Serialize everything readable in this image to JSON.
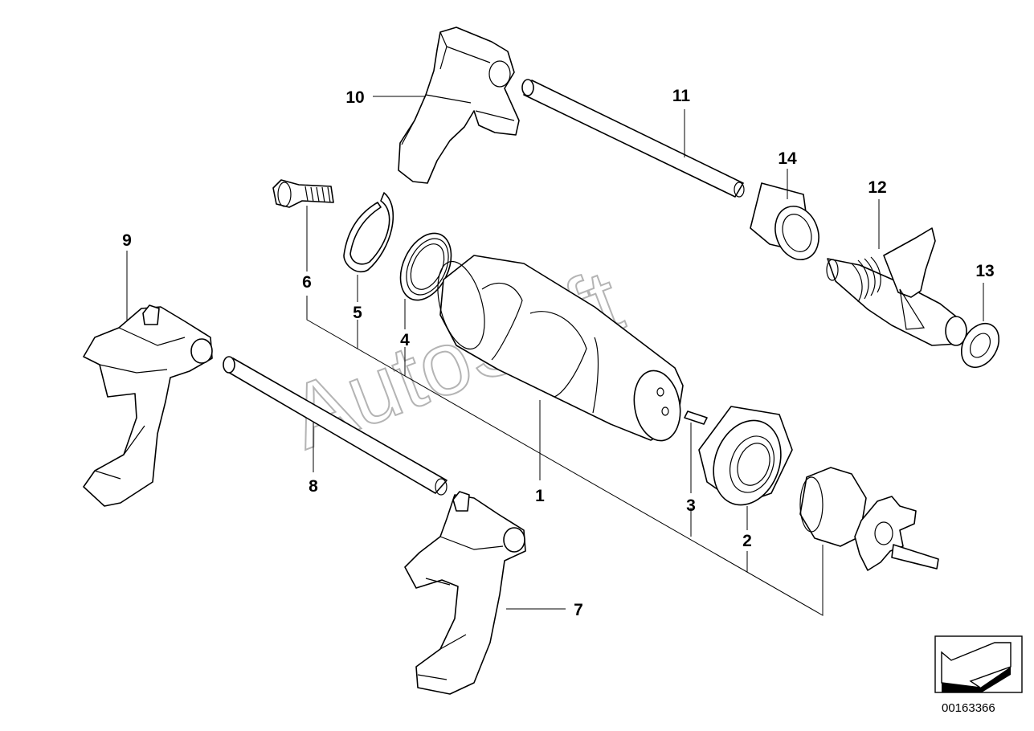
{
  "watermark": "AutoSoft",
  "diagram_code": "00163366",
  "callouts": [
    {
      "id": "1",
      "label": "1"
    },
    {
      "id": "2",
      "label": "2"
    },
    {
      "id": "3",
      "label": "3"
    },
    {
      "id": "4",
      "label": "4"
    },
    {
      "id": "5",
      "label": "5"
    },
    {
      "id": "6",
      "label": "6"
    },
    {
      "id": "7",
      "label": "7"
    },
    {
      "id": "8",
      "label": "8"
    },
    {
      "id": "9",
      "label": "9"
    },
    {
      "id": "10",
      "label": "10"
    },
    {
      "id": "11",
      "label": "11"
    },
    {
      "id": "12",
      "label": "12"
    },
    {
      "id": "13",
      "label": "13"
    },
    {
      "id": "14",
      "label": "14"
    }
  ],
  "icons": {
    "orientation": "arrow-orientation-icon"
  }
}
